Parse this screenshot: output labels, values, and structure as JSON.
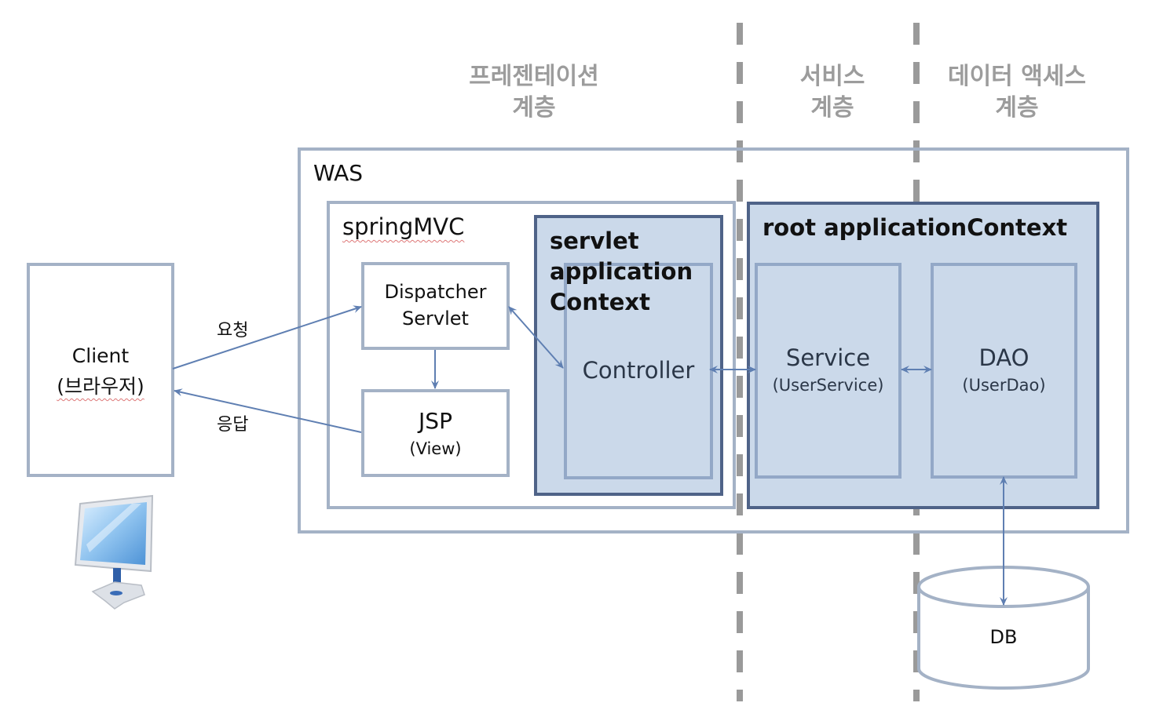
{
  "layers": {
    "presentation": {
      "line1": "프레젠테이션",
      "line2": "계층"
    },
    "service": {
      "line1": "서비스",
      "line2": "계층"
    },
    "data_access": {
      "line1": "데이터 액세스",
      "line2": "계층"
    }
  },
  "client": {
    "name": "Client",
    "sub": "(브라우저)",
    "icon": "monitor-icon"
  },
  "arrows": {
    "request": "요청",
    "response": "응답"
  },
  "was": {
    "title": "WAS"
  },
  "spring_mvc": {
    "title": "springMVC",
    "dispatcher": {
      "line1": "Dispatcher",
      "line2": "Servlet"
    },
    "jsp": {
      "name": "JSP",
      "sub": "(View)"
    }
  },
  "servlet_context": {
    "title_lines": [
      "servlet",
      "application",
      "Context"
    ],
    "controller": "Controller"
  },
  "root_context": {
    "title": "root applicationContext",
    "service": {
      "name": "Service",
      "sub": "(UserService)"
    },
    "dao": {
      "name": "DAO",
      "sub": "(UserDao)"
    }
  },
  "db": {
    "label": "DB"
  },
  "colors": {
    "layer_text": "#9c9c9c",
    "divider": "#9a9a9a",
    "light_border": "#a4b2c6",
    "context_border": "#4f6388",
    "context_fill": "#cbd9ea",
    "arrow": "#5f7fb2"
  }
}
